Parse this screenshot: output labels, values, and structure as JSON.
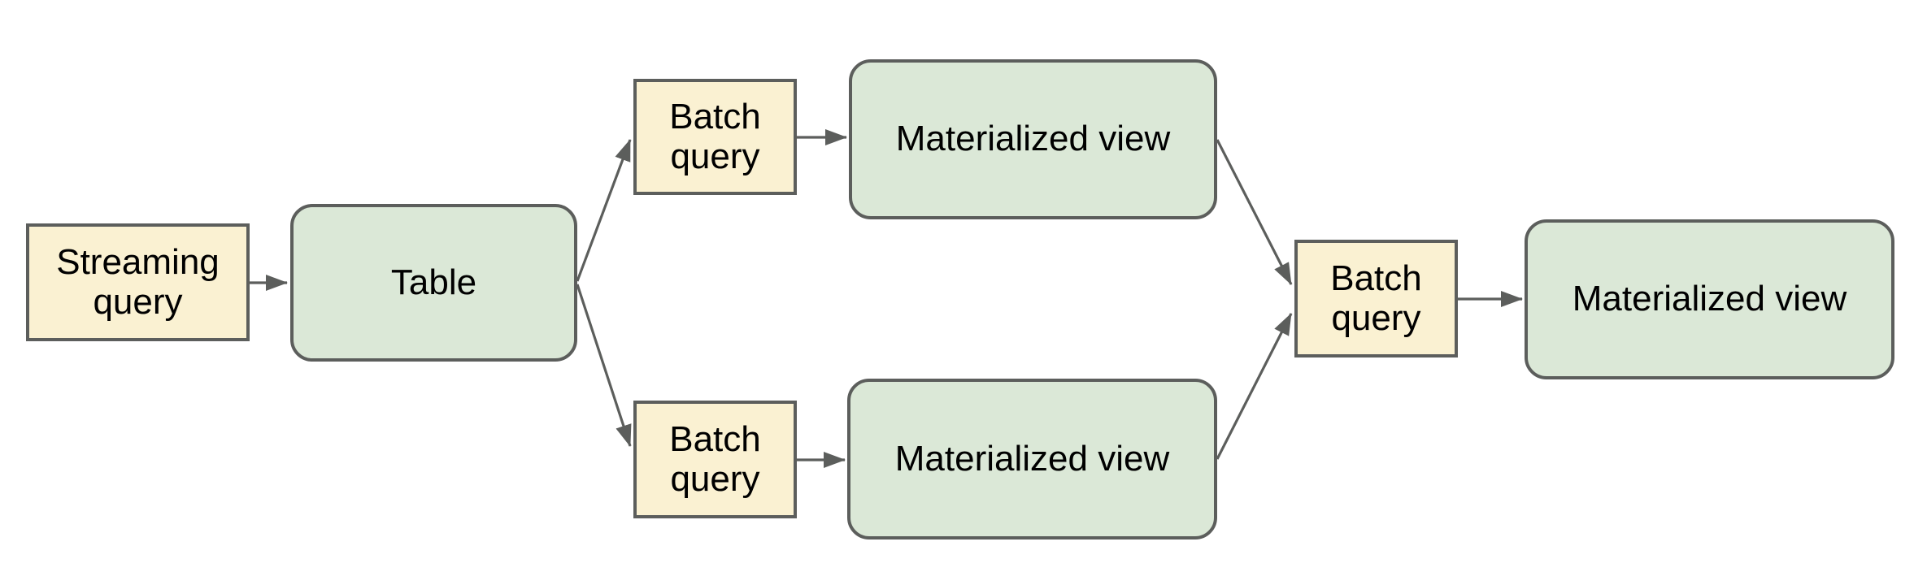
{
  "diagram": {
    "nodes": {
      "streaming_query": {
        "label": "Streaming query",
        "shape": "rectangle",
        "fill": "#faf1d2"
      },
      "table": {
        "label": "Table",
        "shape": "rounded-rectangle",
        "fill": "#dbe8d7"
      },
      "batch_query_top": {
        "label": "Batch query",
        "shape": "rectangle",
        "fill": "#faf1d2"
      },
      "materialized_view_top": {
        "label": "Materialized view",
        "shape": "rounded-rectangle",
        "fill": "#dbe8d7"
      },
      "batch_query_bottom": {
        "label": "Batch query",
        "shape": "rectangle",
        "fill": "#faf1d2"
      },
      "materialized_view_bottom": {
        "label": "Materialized view",
        "shape": "rounded-rectangle",
        "fill": "#dbe8d7"
      },
      "batch_query_right": {
        "label": "Batch query",
        "shape": "rectangle",
        "fill": "#faf1d2"
      },
      "materialized_view_right": {
        "label": "Materialized view",
        "shape": "rounded-rectangle",
        "fill": "#dbe8d7"
      }
    },
    "edges": [
      {
        "from": "streaming_query",
        "to": "table"
      },
      {
        "from": "table",
        "to": "batch_query_top"
      },
      {
        "from": "table",
        "to": "batch_query_bottom"
      },
      {
        "from": "batch_query_top",
        "to": "materialized_view_top"
      },
      {
        "from": "batch_query_bottom",
        "to": "materialized_view_bottom"
      },
      {
        "from": "materialized_view_top",
        "to": "batch_query_right"
      },
      {
        "from": "materialized_view_bottom",
        "to": "batch_query_right"
      },
      {
        "from": "batch_query_right",
        "to": "materialized_view_right"
      }
    ],
    "colors": {
      "canvas": "#ffffff",
      "query_fill": "#faf1d2",
      "view_fill": "#dbe8d7",
      "border": "#5c5e5c",
      "arrow": "#5c5e5c",
      "text": "#000000"
    }
  }
}
